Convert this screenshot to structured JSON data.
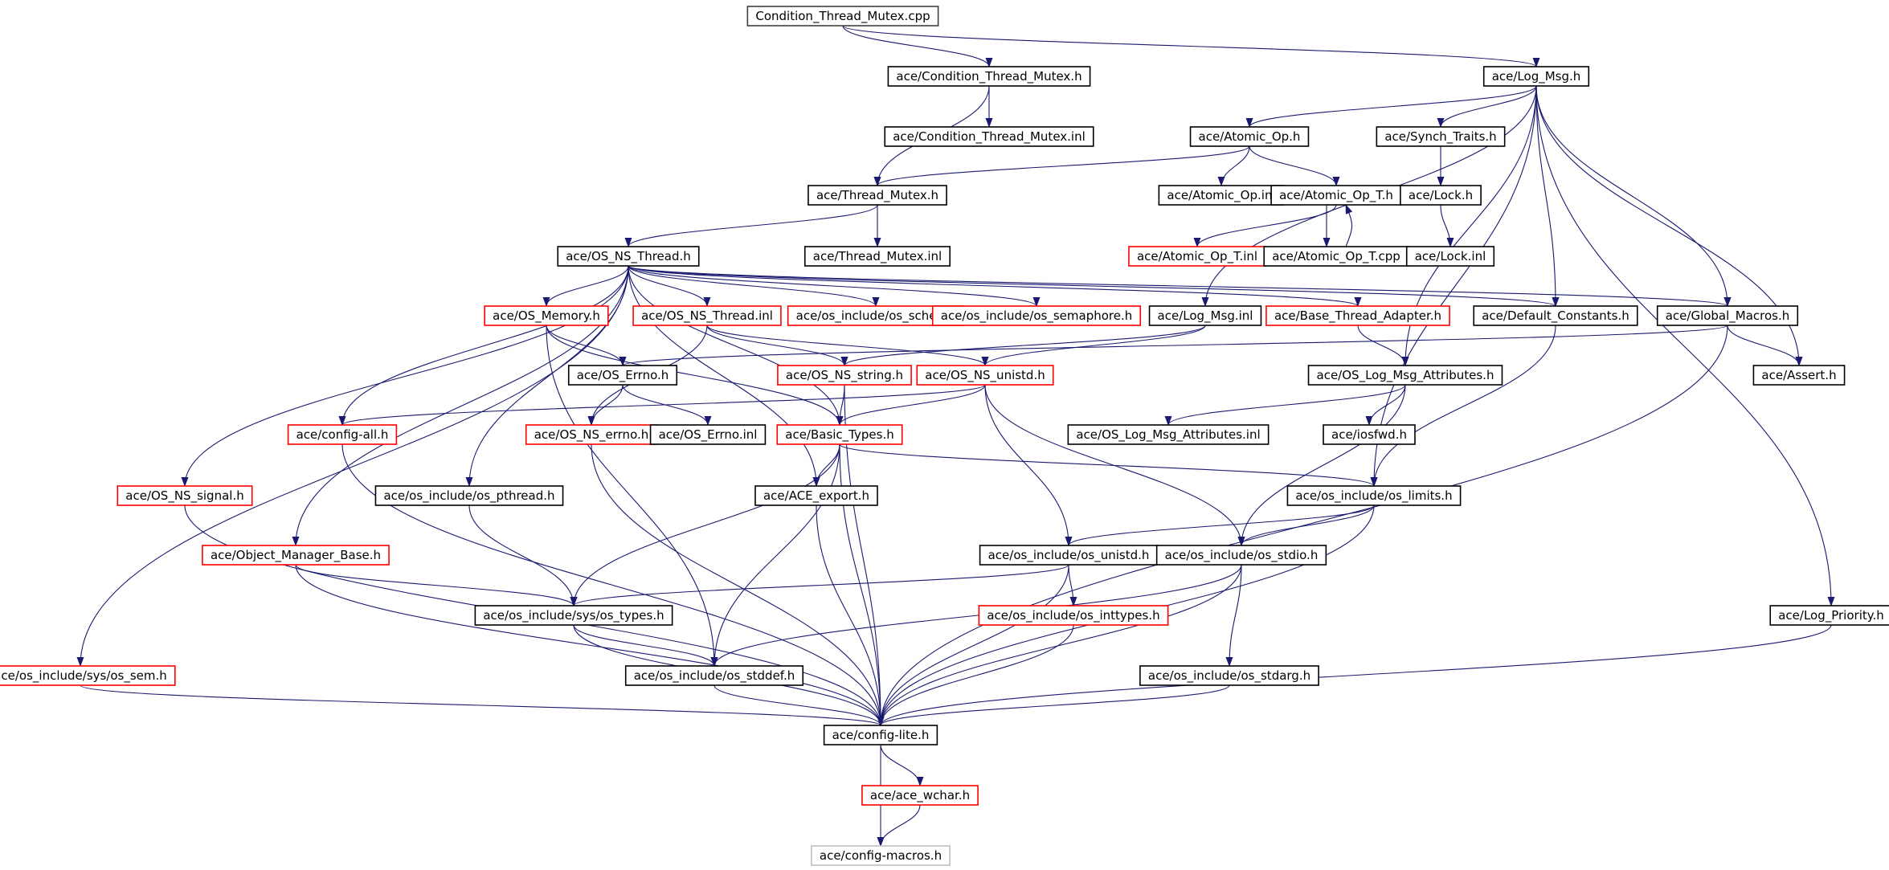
{
  "colors": {
    "edge": "#191970",
    "node_border_normal": "#000000",
    "node_border_missing": "#ff0000",
    "node_border_root": "#404040",
    "root_fill": "#bfbfbf",
    "external_border": "#bfbfbf"
  },
  "nodes": [
    {
      "id": "n0",
      "label": "Condition_Thread_Mutex.cpp",
      "kind": "root"
    },
    {
      "id": "n1",
      "label": "ace/Condition_Thread_Mutex.h",
      "kind": "normal"
    },
    {
      "id": "n2",
      "label": "ace/Log_Msg.h",
      "kind": "normal"
    },
    {
      "id": "n3",
      "label": "ace/Condition_Thread_Mutex.inl",
      "kind": "normal"
    },
    {
      "id": "n4",
      "label": "ace/Atomic_Op.h",
      "kind": "normal"
    },
    {
      "id": "n5",
      "label": "ace/Synch_Traits.h",
      "kind": "normal"
    },
    {
      "id": "n6",
      "label": "ace/Thread_Mutex.h",
      "kind": "normal"
    },
    {
      "id": "n7",
      "label": "ace/Atomic_Op.inl",
      "kind": "normal"
    },
    {
      "id": "n8",
      "label": "ace/Atomic_Op_T.h",
      "kind": "normal"
    },
    {
      "id": "n9",
      "label": "ace/Lock.h",
      "kind": "normal"
    },
    {
      "id": "n10",
      "label": "ace/OS_NS_Thread.h",
      "kind": "normal"
    },
    {
      "id": "n11",
      "label": "ace/Thread_Mutex.inl",
      "kind": "normal"
    },
    {
      "id": "n12",
      "label": "ace/Atomic_Op_T.inl",
      "kind": "missing"
    },
    {
      "id": "n13",
      "label": "ace/Atomic_Op_T.cpp",
      "kind": "normal"
    },
    {
      "id": "n14",
      "label": "ace/Lock.inl",
      "kind": "normal"
    },
    {
      "id": "n15",
      "label": "ace/OS_Memory.h",
      "kind": "missing"
    },
    {
      "id": "n16",
      "label": "ace/OS_NS_Thread.inl",
      "kind": "missing"
    },
    {
      "id": "n17",
      "label": "ace/os_include/os_sched.h",
      "kind": "missing"
    },
    {
      "id": "n18",
      "label": "ace/os_include/os_semaphore.h",
      "kind": "missing"
    },
    {
      "id": "n19",
      "label": "ace/Log_Msg.inl",
      "kind": "normal"
    },
    {
      "id": "n20",
      "label": "ace/Base_Thread_Adapter.h",
      "kind": "missing"
    },
    {
      "id": "n21",
      "label": "ace/Default_Constants.h",
      "kind": "normal"
    },
    {
      "id": "n22",
      "label": "ace/Global_Macros.h",
      "kind": "normal"
    },
    {
      "id": "n23",
      "label": "ace/OS_Errno.h",
      "kind": "normal"
    },
    {
      "id": "n24",
      "label": "ace/OS_NS_string.h",
      "kind": "missing"
    },
    {
      "id": "n25",
      "label": "ace/OS_NS_unistd.h",
      "kind": "missing"
    },
    {
      "id": "n26",
      "label": "ace/OS_Log_Msg_Attributes.h",
      "kind": "normal"
    },
    {
      "id": "n27",
      "label": "ace/Assert.h",
      "kind": "normal"
    },
    {
      "id": "n28",
      "label": "ace/config-all.h",
      "kind": "missing"
    },
    {
      "id": "n29",
      "label": "ace/OS_NS_errno.h",
      "kind": "missing"
    },
    {
      "id": "n30",
      "label": "ace/OS_Errno.inl",
      "kind": "normal"
    },
    {
      "id": "n31",
      "label": "ace/Basic_Types.h",
      "kind": "missing"
    },
    {
      "id": "n32",
      "label": "ace/OS_Log_Msg_Attributes.inl",
      "kind": "normal"
    },
    {
      "id": "n33",
      "label": "ace/iosfwd.h",
      "kind": "normal"
    },
    {
      "id": "n34",
      "label": "ace/OS_NS_signal.h",
      "kind": "missing"
    },
    {
      "id": "n35",
      "label": "ace/os_include/os_pthread.h",
      "kind": "normal"
    },
    {
      "id": "n36",
      "label": "ace/ACE_export.h",
      "kind": "normal"
    },
    {
      "id": "n37",
      "label": "ace/os_include/os_limits.h",
      "kind": "normal"
    },
    {
      "id": "n38",
      "label": "ace/Object_Manager_Base.h",
      "kind": "missing"
    },
    {
      "id": "n39",
      "label": "ace/os_include/os_unistd.h",
      "kind": "normal"
    },
    {
      "id": "n40",
      "label": "ace/os_include/os_stdio.h",
      "kind": "normal"
    },
    {
      "id": "n41",
      "label": "ace/os_include/sys/os_types.h",
      "kind": "normal"
    },
    {
      "id": "n42",
      "label": "ace/os_include/os_inttypes.h",
      "kind": "missing"
    },
    {
      "id": "n43",
      "label": "ace/Log_Priority.h",
      "kind": "normal"
    },
    {
      "id": "n44",
      "label": "ace/os_include/sys/os_sem.h",
      "kind": "missing"
    },
    {
      "id": "n45",
      "label": "ace/os_include/os_stddef.h",
      "kind": "normal"
    },
    {
      "id": "n46",
      "label": "ace/os_include/os_stdarg.h",
      "kind": "normal"
    },
    {
      "id": "n47",
      "label": "ace/config-lite.h",
      "kind": "normal"
    },
    {
      "id": "n48",
      "label": "ace/ace_wchar.h",
      "kind": "missing"
    },
    {
      "id": "n49",
      "label": "ace/config-macros.h",
      "kind": "external"
    }
  ],
  "edges": [
    [
      "n0",
      "n1"
    ],
    [
      "n0",
      "n2"
    ],
    [
      "n1",
      "n3"
    ],
    [
      "n1",
      "n6"
    ],
    [
      "n2",
      "n4"
    ],
    [
      "n2",
      "n5"
    ],
    [
      "n2",
      "n19"
    ],
    [
      "n2",
      "n21"
    ],
    [
      "n2",
      "n22"
    ],
    [
      "n2",
      "n26"
    ],
    [
      "n2",
      "n27"
    ],
    [
      "n2",
      "n37"
    ],
    [
      "n2",
      "n43"
    ],
    [
      "n4",
      "n6"
    ],
    [
      "n4",
      "n7"
    ],
    [
      "n4",
      "n8"
    ],
    [
      "n5",
      "n9"
    ],
    [
      "n9",
      "n14"
    ],
    [
      "n8",
      "n12"
    ],
    [
      "n8",
      "n13"
    ],
    [
      "n13",
      "n8"
    ],
    [
      "n6",
      "n10"
    ],
    [
      "n6",
      "n11"
    ],
    [
      "n10",
      "n15"
    ],
    [
      "n10",
      "n16"
    ],
    [
      "n10",
      "n17"
    ],
    [
      "n10",
      "n18"
    ],
    [
      "n10",
      "n20"
    ],
    [
      "n10",
      "n21"
    ],
    [
      "n10",
      "n22"
    ],
    [
      "n10",
      "n28"
    ],
    [
      "n10",
      "n31"
    ],
    [
      "n10",
      "n34"
    ],
    [
      "n10",
      "n35"
    ],
    [
      "n10",
      "n36"
    ],
    [
      "n10",
      "n38"
    ],
    [
      "n10",
      "n44"
    ],
    [
      "n15",
      "n23"
    ],
    [
      "n15",
      "n31"
    ],
    [
      "n15",
      "n45"
    ],
    [
      "n16",
      "n24"
    ],
    [
      "n16",
      "n25"
    ],
    [
      "n16",
      "n29"
    ],
    [
      "n19",
      "n24"
    ],
    [
      "n19",
      "n25"
    ],
    [
      "n20",
      "n26"
    ],
    [
      "n21",
      "n37"
    ],
    [
      "n22",
      "n23"
    ],
    [
      "n22",
      "n27"
    ],
    [
      "n22",
      "n47"
    ],
    [
      "n23",
      "n29"
    ],
    [
      "n23",
      "n30"
    ],
    [
      "n24",
      "n31"
    ],
    [
      "n24",
      "n47"
    ],
    [
      "n25",
      "n28"
    ],
    [
      "n25",
      "n31"
    ],
    [
      "n25",
      "n39"
    ],
    [
      "n25",
      "n40"
    ],
    [
      "n26",
      "n32"
    ],
    [
      "n26",
      "n33"
    ],
    [
      "n26",
      "n40"
    ],
    [
      "n28",
      "n47"
    ],
    [
      "n29",
      "n47"
    ],
    [
      "n31",
      "n36"
    ],
    [
      "n31",
      "n37"
    ],
    [
      "n31",
      "n41"
    ],
    [
      "n31",
      "n45"
    ],
    [
      "n31",
      "n47"
    ],
    [
      "n34",
      "n47"
    ],
    [
      "n35",
      "n41"
    ],
    [
      "n36",
      "n47"
    ],
    [
      "n37",
      "n39"
    ],
    [
      "n37",
      "n40"
    ],
    [
      "n37",
      "n47"
    ],
    [
      "n38",
      "n41"
    ],
    [
      "n38",
      "n47"
    ],
    [
      "n39",
      "n41"
    ],
    [
      "n39",
      "n42"
    ],
    [
      "n39",
      "n47"
    ],
    [
      "n40",
      "n45"
    ],
    [
      "n40",
      "n46"
    ],
    [
      "n40",
      "n47"
    ],
    [
      "n41",
      "n45"
    ],
    [
      "n41",
      "n47"
    ],
    [
      "n42",
      "n47"
    ],
    [
      "n43",
      "n47"
    ],
    [
      "n44",
      "n47"
    ],
    [
      "n45",
      "n47"
    ],
    [
      "n46",
      "n47"
    ],
    [
      "n47",
      "n48"
    ],
    [
      "n47",
      "n49"
    ],
    [
      "n48",
      "n49"
    ]
  ]
}
